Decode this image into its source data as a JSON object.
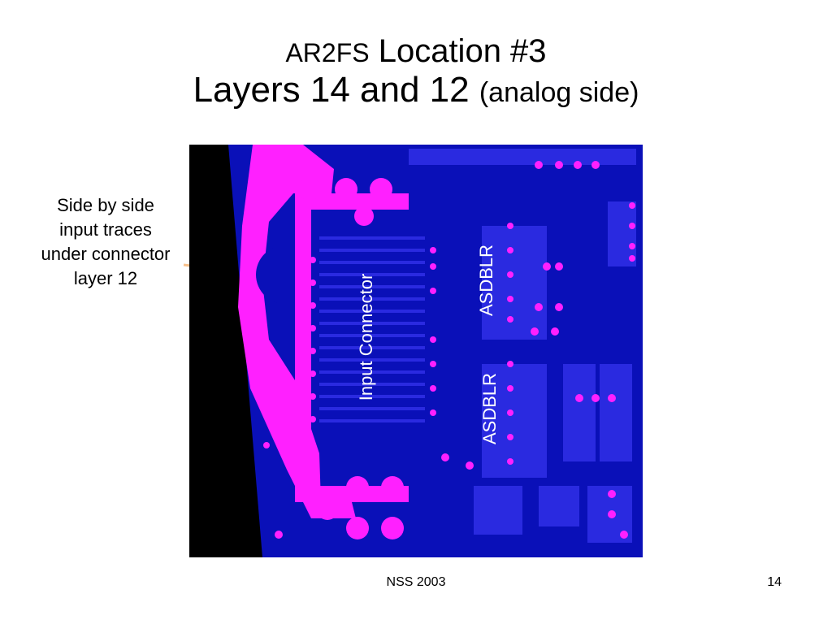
{
  "title": {
    "line1_small": "AR2FS",
    "line1_main": "Location #3",
    "line2_main": "Layers 14 and 12",
    "line2_small": "(analog side)"
  },
  "callout": {
    "lines": [
      "Side by side",
      "input traces",
      "under connector",
      "layer 12"
    ]
  },
  "board": {
    "label_connector": "Input Connector",
    "label_chip_top": "ASDBLR",
    "label_chip_bottom": "ASDBLR"
  },
  "footer": {
    "center": "NSS 2003",
    "page_number": "14"
  },
  "colors": {
    "board_blue": "#0a10b8",
    "trace_blue": "#2a2ae0",
    "magenta": "#ff20ff",
    "black": "#000000",
    "arrow": "#f7c08a"
  }
}
